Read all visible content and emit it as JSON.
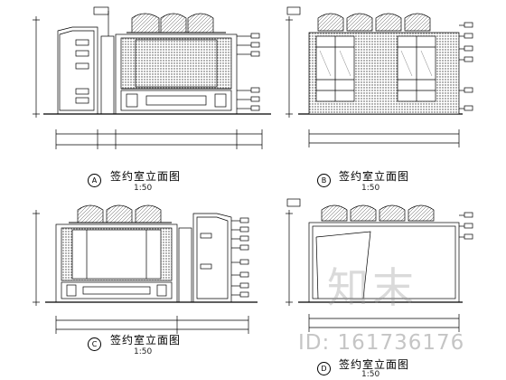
{
  "drawings": [
    {
      "tag": "A",
      "title": "签约室立面图",
      "scale": "1:50"
    },
    {
      "tag": "B",
      "title": "签约室立面图",
      "scale": "1:50"
    },
    {
      "tag": "C",
      "title": "签约室立面图",
      "scale": "1:50"
    },
    {
      "tag": "D",
      "title": "签约室立面图",
      "scale": "1:50"
    }
  ],
  "watermark": {
    "text": "知末",
    "id": "ID: 161736176"
  },
  "colors": {
    "line": "#000000",
    "hatch": "#555555",
    "watermark": "#969696"
  }
}
